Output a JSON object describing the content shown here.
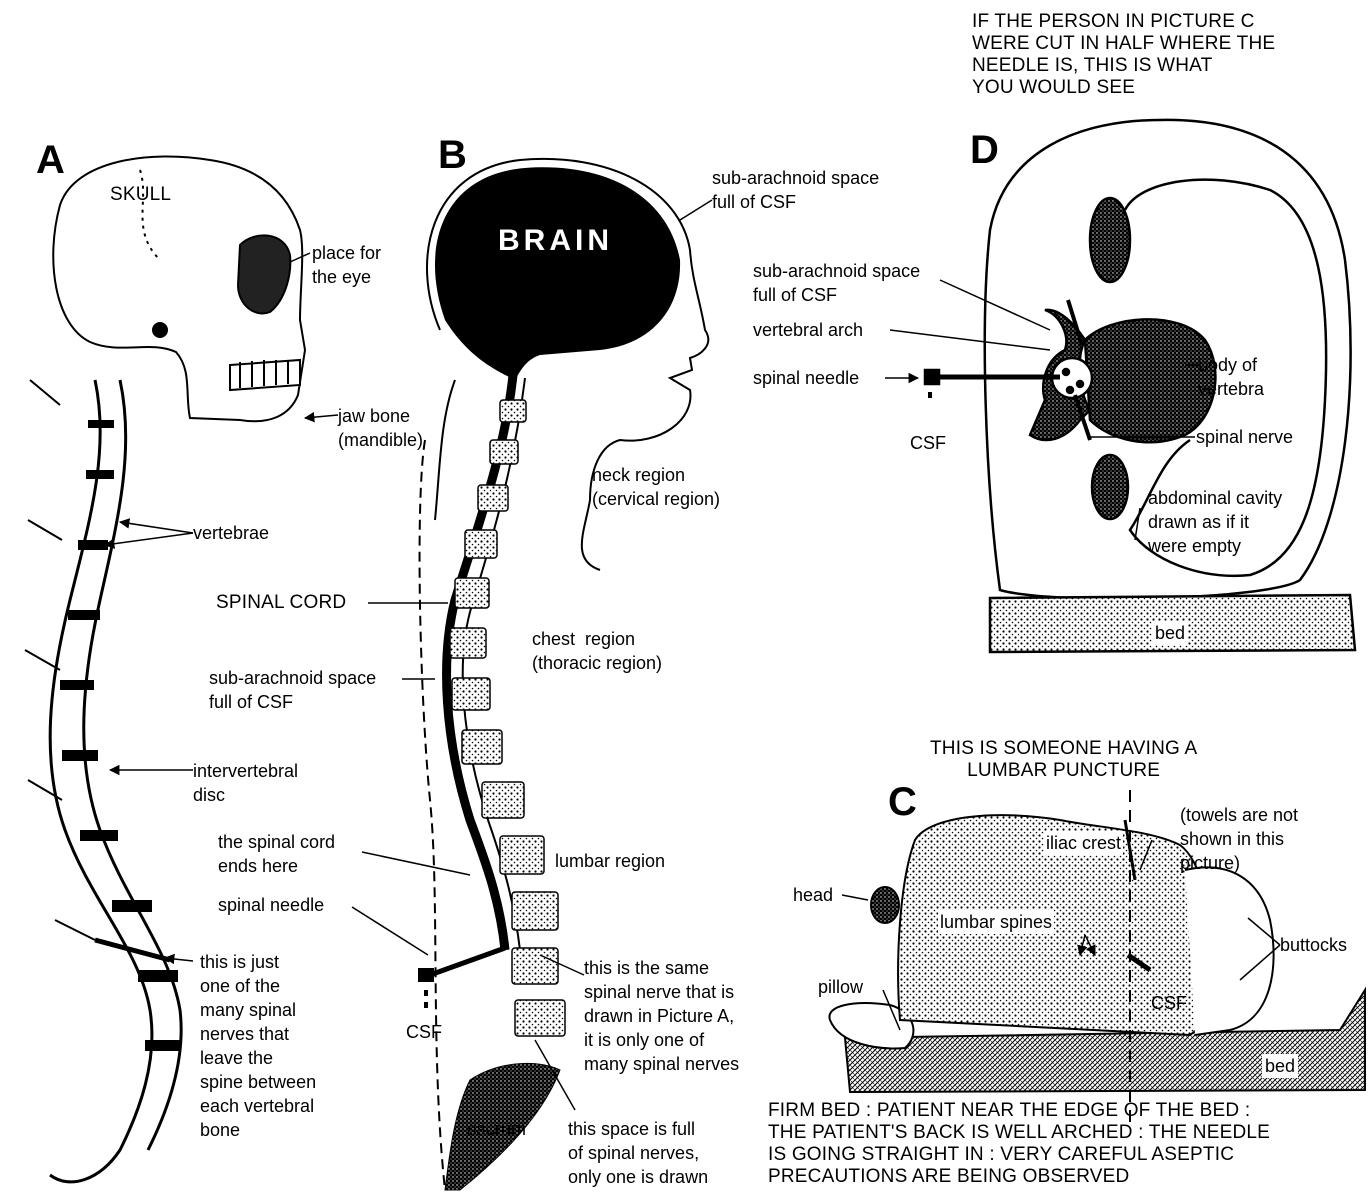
{
  "panels": {
    "a": "A",
    "b": "B",
    "c": "C",
    "d": "D"
  },
  "panel_a": {
    "skull": "SKULL",
    "eye": "place for\nthe eye",
    "jaw": "jaw bone\n(mandible)",
    "vertebrae": "vertebrae",
    "spinal_cord": "SPINAL CORD",
    "subarachnoid": "sub-arachnoid space\nfull of CSF",
    "disc": "intervertebral\ndisc",
    "cord_ends": "the spinal cord\nends here",
    "needle": "spinal needle",
    "nerve_note": "this is just\none of the\nmany spinal\nnerves that\nleave the\nspine between\neach vertebral\nbone"
  },
  "panel_b": {
    "brain": "BRAIN",
    "subarachnoid": "sub-arachnoid space\nfull of CSF",
    "neck": "neck region\n(cervical region)",
    "chest": "chest  region\n(thoracic region)",
    "lumbar": "lumbar region",
    "same_nerve": "this is the same\nspinal nerve that is\ndrawn in Picture A,\nit is only one of\nmany spinal nerves",
    "csf": "CSF",
    "sacrum": "sacrum",
    "space_note": "this space is full\nof spinal nerves,\nonly one is drawn"
  },
  "panel_d": {
    "caption": "IF THE PERSON IN PICTURE C\nWERE CUT IN HALF WHERE THE\nNEEDLE IS, THIS IS WHAT\nYOU WOULD SEE",
    "subarachnoid": "sub-arachnoid space\nfull of CSF",
    "arch": "vertebral arch",
    "needle": "spinal needle",
    "csf": "CSF",
    "body": "body of\nvertebra",
    "nerve": "spinal nerve",
    "cavity": "abdominal cavity\ndrawn as if it\nwere empty",
    "bed": "bed"
  },
  "panel_c": {
    "title": "THIS IS SOMEONE HAVING A\nLUMBAR PUNCTURE",
    "towels": "(towels are not\nshown in this\npicture)",
    "iliac": "iliac crest",
    "head": "head",
    "spines": "lumbar spines",
    "buttocks": "buttocks",
    "pillow": "pillow",
    "csf": "CSF",
    "bed": "bed",
    "caption": "FIRM BED : PATIENT NEAR THE EDGE OF THE BED :\nTHE PATIENT'S BACK IS WELL ARCHED : THE NEEDLE\nIS GOING STRAIGHT IN : VERY CAREFUL ASEPTIC\nPRECAUTIONS ARE BEING OBSERVED"
  }
}
